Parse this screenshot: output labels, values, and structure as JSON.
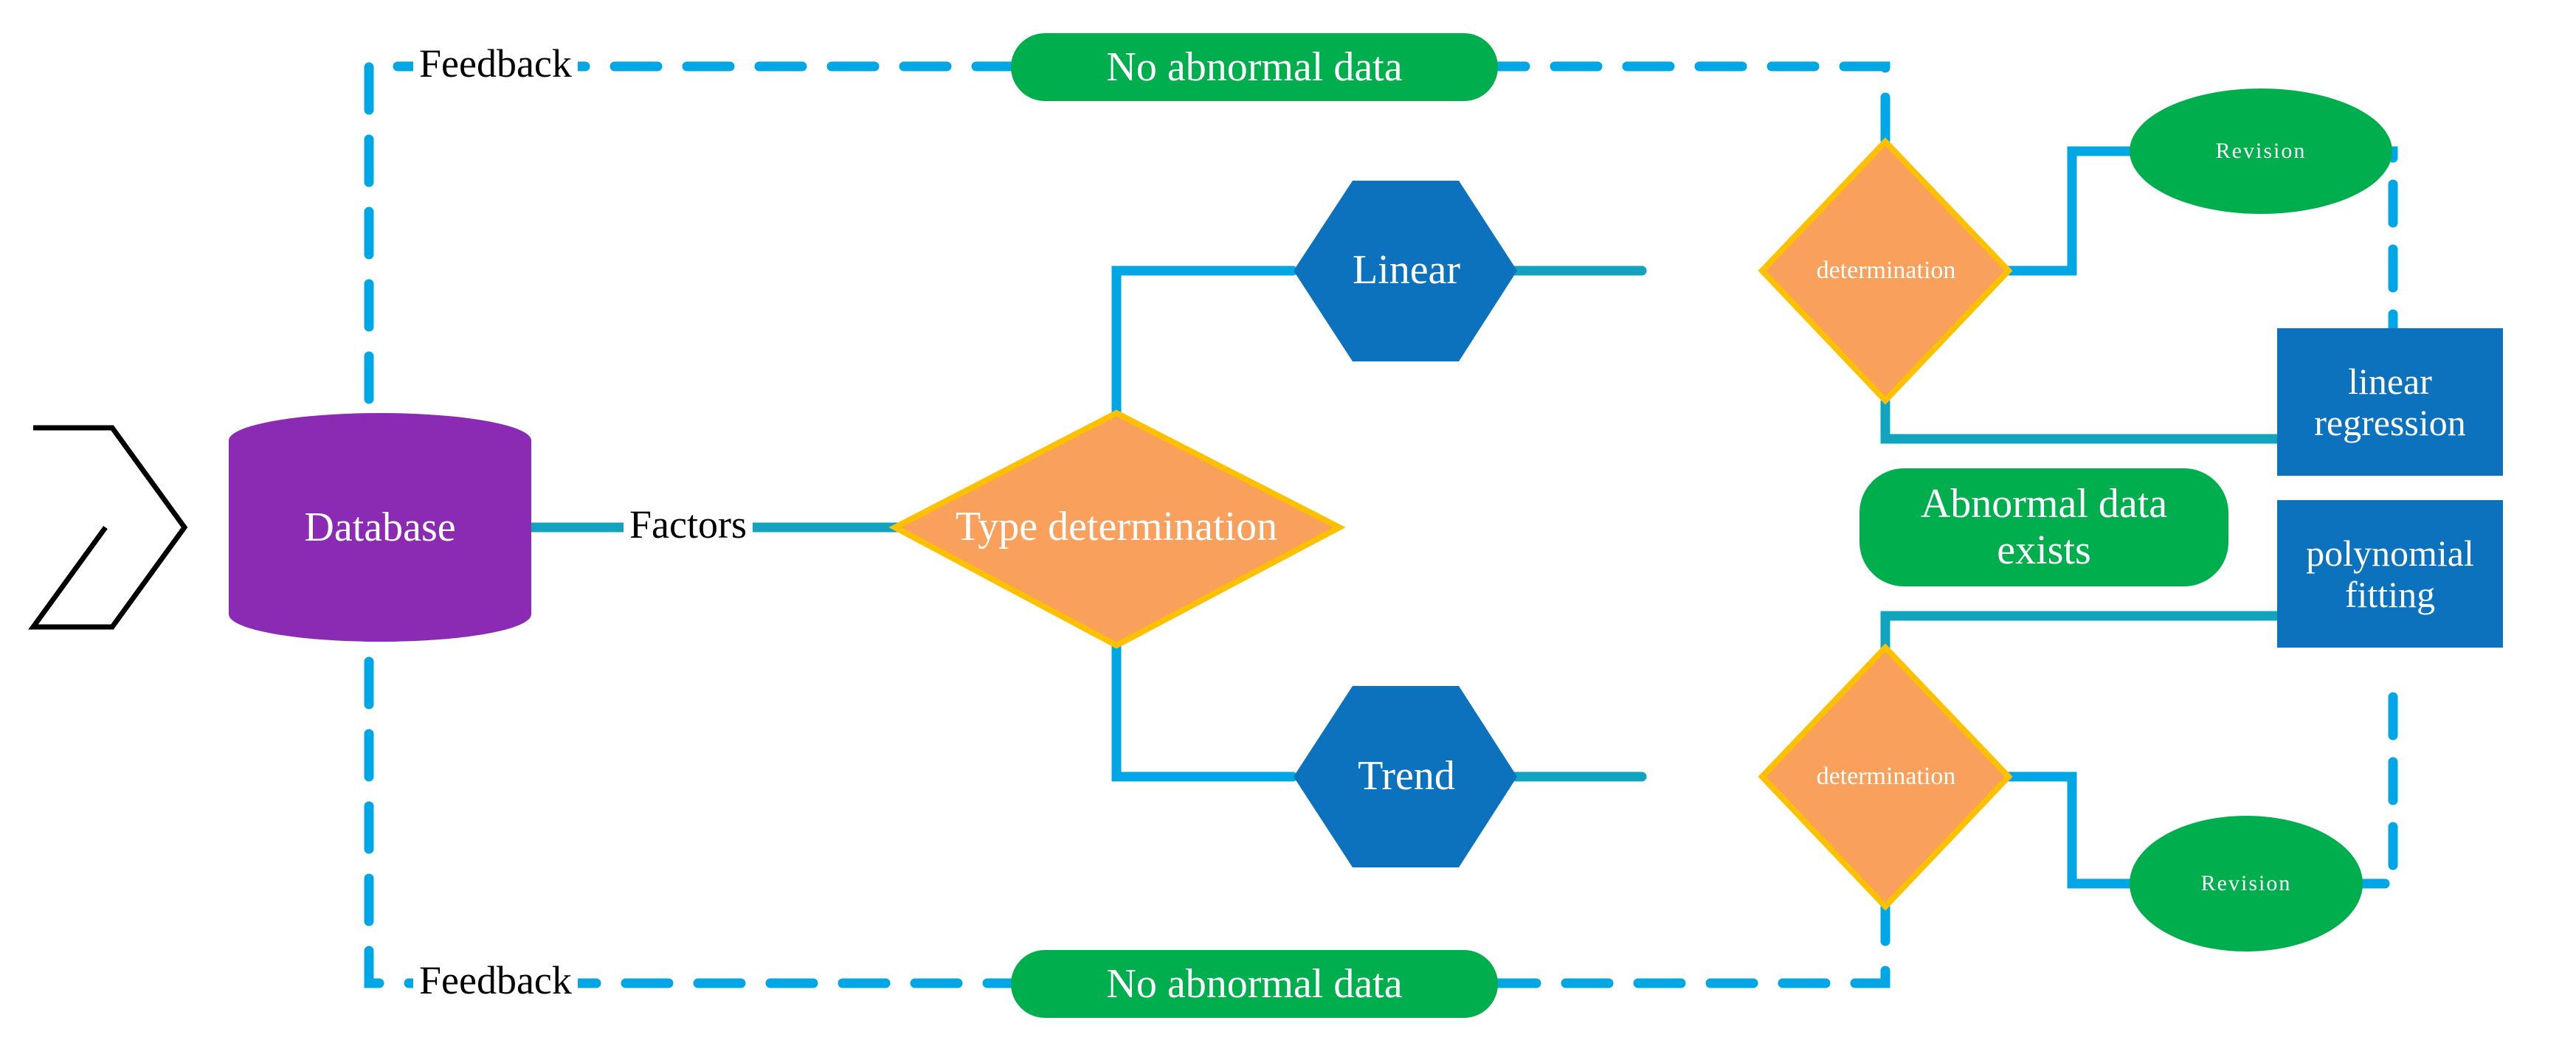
{
  "diagram": {
    "title": "Data analysis and fitting flowchart",
    "colors": {
      "line_blue": "#00A7E4",
      "line_teal": "#12A3BE",
      "database_purple": "#8B2BB4",
      "green": "#00AE4D",
      "orange_fill": "#F9A05C",
      "orange_stroke": "#FFC000",
      "box_blue": "#0C72BE",
      "text_white": "#FFFFFF",
      "text_black": "#000000"
    },
    "nodes": {
      "input_arrow": "input-chevron",
      "database": "Database",
      "factors_label": "Factors",
      "type_determination": "Type\ndetermination",
      "type_determination_line1": "Type",
      "type_determination_line2": "determination",
      "linear": "Linear",
      "trend": "Trend",
      "determination_top": "determination",
      "determination_bottom": "determination",
      "revision_top": "Revision",
      "revision_bottom": "Revision",
      "abnormal_data_exists": "Abnormal data exists",
      "abnormal_data_exists_line1": "Abnormal data",
      "abnormal_data_exists_line2": "exists",
      "linear_regression": "linear regression",
      "linear_regression_line1": "linear",
      "linear_regression_line2": "regression",
      "polynomial_fitting": "polynomial fitting",
      "polynomial_fitting_line1": "polynomial",
      "polynomial_fitting_line2": "fitting",
      "feedback_top": "Feedback",
      "feedback_bottom": "Feedback",
      "no_abnormal_data_top": "No abnormal data",
      "no_abnormal_data_bottom": "No abnormal data"
    }
  },
  "chart_data": {
    "type": "diagram",
    "flow_nodes": [
      {
        "id": "input",
        "label": "",
        "shape": "chevron",
        "color": "#FFFFFF"
      },
      {
        "id": "database",
        "label": "Database",
        "shape": "cylinder",
        "color": "#8B2BB4"
      },
      {
        "id": "type_determination",
        "label": "Type determination",
        "shape": "diamond",
        "color": "#F9A05C"
      },
      {
        "id": "linear",
        "label": "Linear",
        "shape": "hexagon",
        "color": "#0C72BE"
      },
      {
        "id": "trend",
        "label": "Trend",
        "shape": "hexagon",
        "color": "#0C72BE"
      },
      {
        "id": "determination_top",
        "label": "determination",
        "shape": "diamond",
        "color": "#F9A05C"
      },
      {
        "id": "determination_bottom",
        "label": "determination",
        "shape": "diamond",
        "color": "#F9A05C"
      },
      {
        "id": "revision_top",
        "label": "Revision",
        "shape": "ellipse",
        "color": "#00AE4D"
      },
      {
        "id": "revision_bottom",
        "label": "Revision",
        "shape": "ellipse",
        "color": "#00AE4D"
      },
      {
        "id": "linear_regression",
        "label": "linear regression",
        "shape": "rect",
        "color": "#0C72BE"
      },
      {
        "id": "polynomial_fitting",
        "label": "polynomial fitting",
        "shape": "rect",
        "color": "#0C72BE"
      },
      {
        "id": "abnormal_data_exists",
        "label": "Abnormal data exists",
        "shape": "capsule",
        "color": "#00AE4D"
      },
      {
        "id": "no_abnormal_data_top",
        "label": "No abnormal data",
        "shape": "capsule",
        "color": "#00AE4D"
      },
      {
        "id": "no_abnormal_data_bottom",
        "label": "No abnormal data",
        "shape": "capsule",
        "color": "#00AE4D"
      }
    ],
    "edges": [
      {
        "from": "input",
        "to": "database",
        "label": "",
        "style": "solid"
      },
      {
        "from": "database",
        "to": "type_determination",
        "label": "Factors",
        "style": "solid"
      },
      {
        "from": "type_determination",
        "to": "linear",
        "label": "",
        "style": "solid"
      },
      {
        "from": "type_determination",
        "to": "trend",
        "label": "",
        "style": "solid"
      },
      {
        "from": "linear",
        "to": "determination_top",
        "label": "",
        "style": "solid"
      },
      {
        "from": "trend",
        "to": "determination_bottom",
        "label": "",
        "style": "solid"
      },
      {
        "from": "determination_top",
        "to": "revision_top",
        "label": "",
        "style": "solid"
      },
      {
        "from": "determination_top",
        "to": "linear_regression",
        "label": "",
        "style": "solid"
      },
      {
        "from": "determination_bottom",
        "to": "revision_bottom",
        "label": "",
        "style": "solid"
      },
      {
        "from": "determination_bottom",
        "to": "polynomial_fitting",
        "label": "",
        "style": "solid"
      },
      {
        "from": "revision_top",
        "to": "linear_regression",
        "label": "",
        "style": "dashed"
      },
      {
        "from": "revision_bottom",
        "to": "polynomial_fitting",
        "label": "",
        "style": "dashed"
      },
      {
        "from": "determination_top",
        "to": "database",
        "label": "Feedback / No abnormal data",
        "style": "dashed"
      },
      {
        "from": "determination_bottom",
        "to": "database",
        "label": "Feedback / No abnormal data",
        "style": "dashed"
      }
    ]
  }
}
